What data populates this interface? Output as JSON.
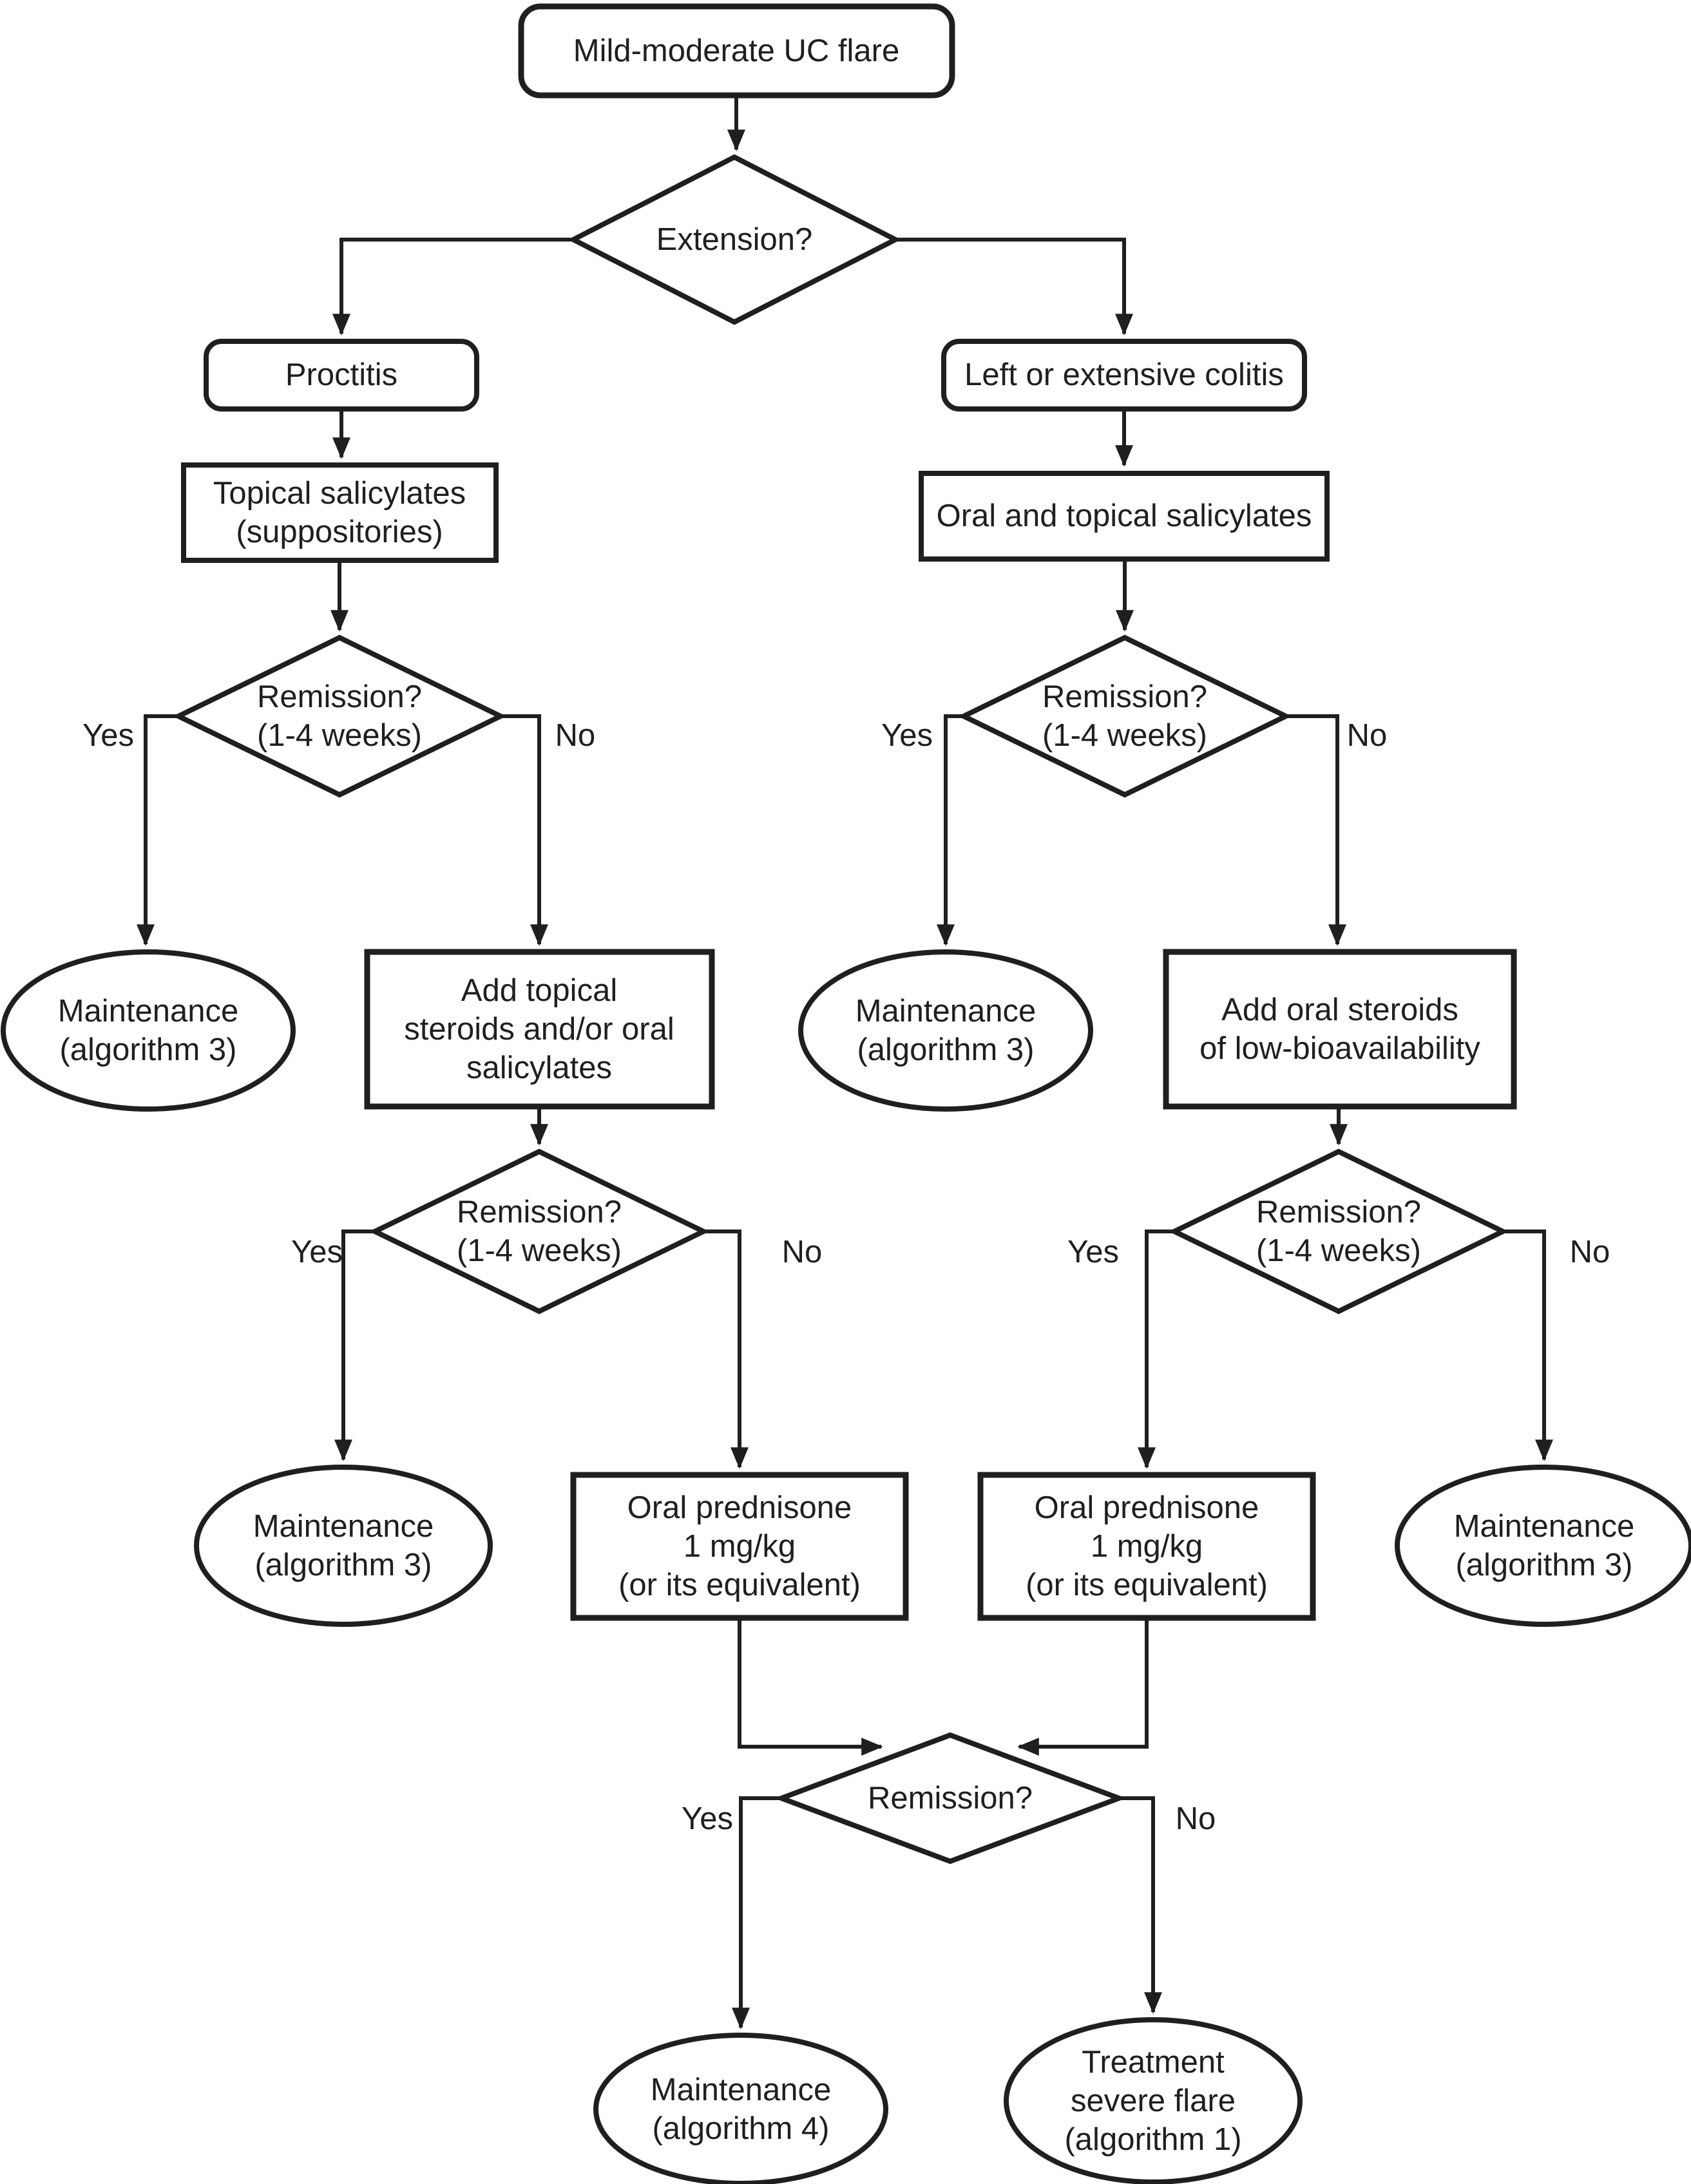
{
  "figure": {
    "background": "#ffffff",
    "ink": "#1f1f1f"
  },
  "nodes": {
    "start": {
      "label": "Mild-moderate UC flare",
      "type": "terminator"
    },
    "extension": {
      "label": "Extension?",
      "type": "decision"
    },
    "proctitis": {
      "label": "Proctitis",
      "type": "terminator"
    },
    "left_extensive_colitis": {
      "label": "Left or extensive colitis",
      "type": "terminator"
    },
    "topical_salicylates": {
      "label": "Topical salicylates\n(suppositories)",
      "type": "process"
    },
    "oral_topical_salicylates": {
      "label": "Oral and topical salicylates",
      "type": "process"
    },
    "remission1_left": {
      "label": "Remission?\n(1-4 weeks)",
      "type": "decision"
    },
    "remission1_right": {
      "label": "Remission?\n(1-4 weeks)",
      "type": "decision"
    },
    "maintenance3_left_upper": {
      "label": "Maintenance\n(algorithm 3)",
      "type": "terminal"
    },
    "add_topical_steroids": {
      "label": "Add topical\nsteroids and/or oral\nsalicylates",
      "type": "process"
    },
    "maintenance3_right_upper": {
      "label": "Maintenance\n(algorithm 3)",
      "type": "terminal"
    },
    "add_oral_steroids": {
      "label": "Add oral steroids\nof low-bioavailability",
      "type": "process"
    },
    "remission2_left": {
      "label": "Remission?\n(1-4 weeks)",
      "type": "decision"
    },
    "remission2_right": {
      "label": "Remission?\n(1-4 weeks)",
      "type": "decision"
    },
    "maintenance3_left_lower": {
      "label": "Maintenance\n(algorithm 3)",
      "type": "terminal"
    },
    "oral_prednisone_left": {
      "label": "Oral prednisone\n1 mg/kg\n(or its equivalent)",
      "type": "process"
    },
    "oral_prednisone_right": {
      "label": "Oral prednisone\n1 mg/kg\n(or its equivalent)",
      "type": "process"
    },
    "maintenance3_right_lower": {
      "label": "Maintenance\n(algorithm 3)",
      "type": "terminal"
    },
    "remission_final": {
      "label": "Remission?",
      "type": "decision"
    },
    "maintenance4": {
      "label": "Maintenance\n(algorithm 4)",
      "type": "terminal"
    },
    "treatment_severe_flare": {
      "label": "Treatment\nsevere flare\n(algorithm 1)",
      "type": "terminal"
    }
  },
  "branch_labels": {
    "remission1_left": {
      "yes": "Yes",
      "no": "No"
    },
    "remission1_right": {
      "yes": "Yes",
      "no": "No"
    },
    "remission2_left": {
      "yes": "Yes",
      "no": "No"
    },
    "remission2_right": {
      "yes": "Yes",
      "no": "No"
    },
    "remission_final": {
      "yes": "Yes",
      "no": "No"
    }
  }
}
